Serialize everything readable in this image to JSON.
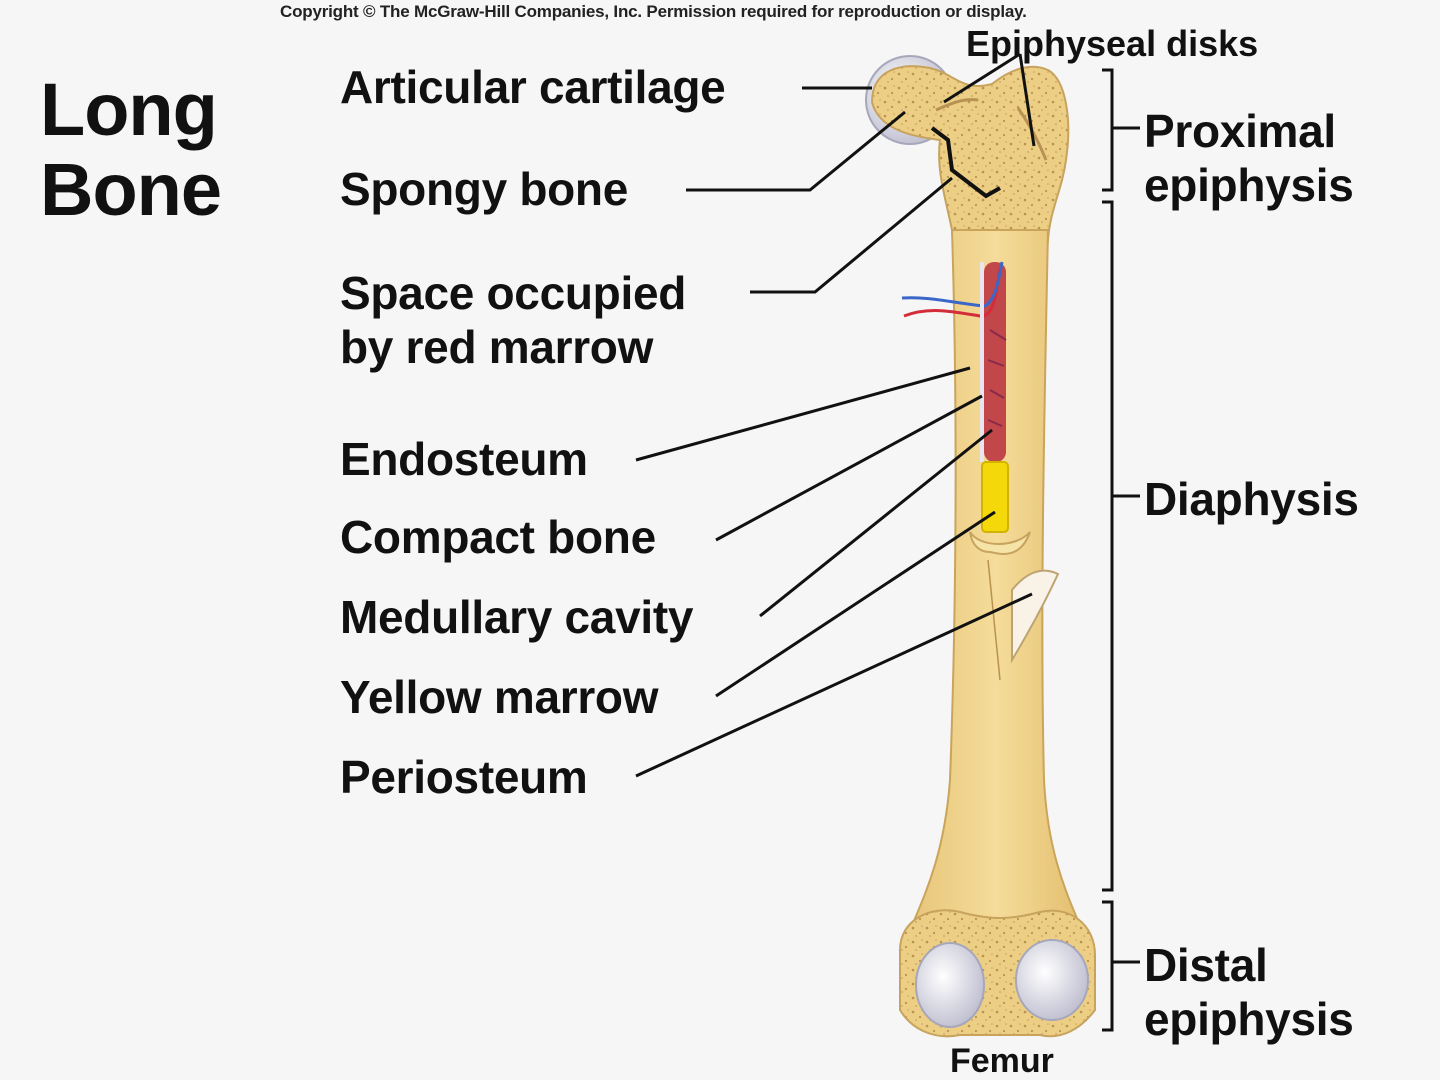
{
  "copyright": "Copyright © The McGraw-Hill Companies, Inc. Permission required for reproduction or display.",
  "title_line1": "Long",
  "title_line2": "Bone",
  "labels": {
    "articular_cartilage": "Articular cartilage",
    "spongy_bone": "Spongy bone",
    "red_marrow_line1": "Space occupied",
    "red_marrow_line2": "by red marrow",
    "endosteum": "Endosteum",
    "compact_bone": "Compact bone",
    "medullary_cavity": "Medullary cavity",
    "yellow_marrow": "Yellow marrow",
    "periosteum": "Periosteum",
    "epiphyseal_disks": "Epiphyseal disks",
    "proximal_line1": "Proximal",
    "proximal_line2": "epiphysis",
    "diaphysis": "Diaphysis",
    "distal_line1": "Distal",
    "distal_line2": "epiphysis",
    "femur": "Femur"
  },
  "colors": {
    "bone": "#f0d48c",
    "bone_dark": "#d9b666",
    "cartilage": "#dcdcec",
    "marrow_red": "#b8333a",
    "vessel_blue": "#3a67c8",
    "yellow_marrow": "#f4d80a",
    "leader_line": "#111111"
  }
}
